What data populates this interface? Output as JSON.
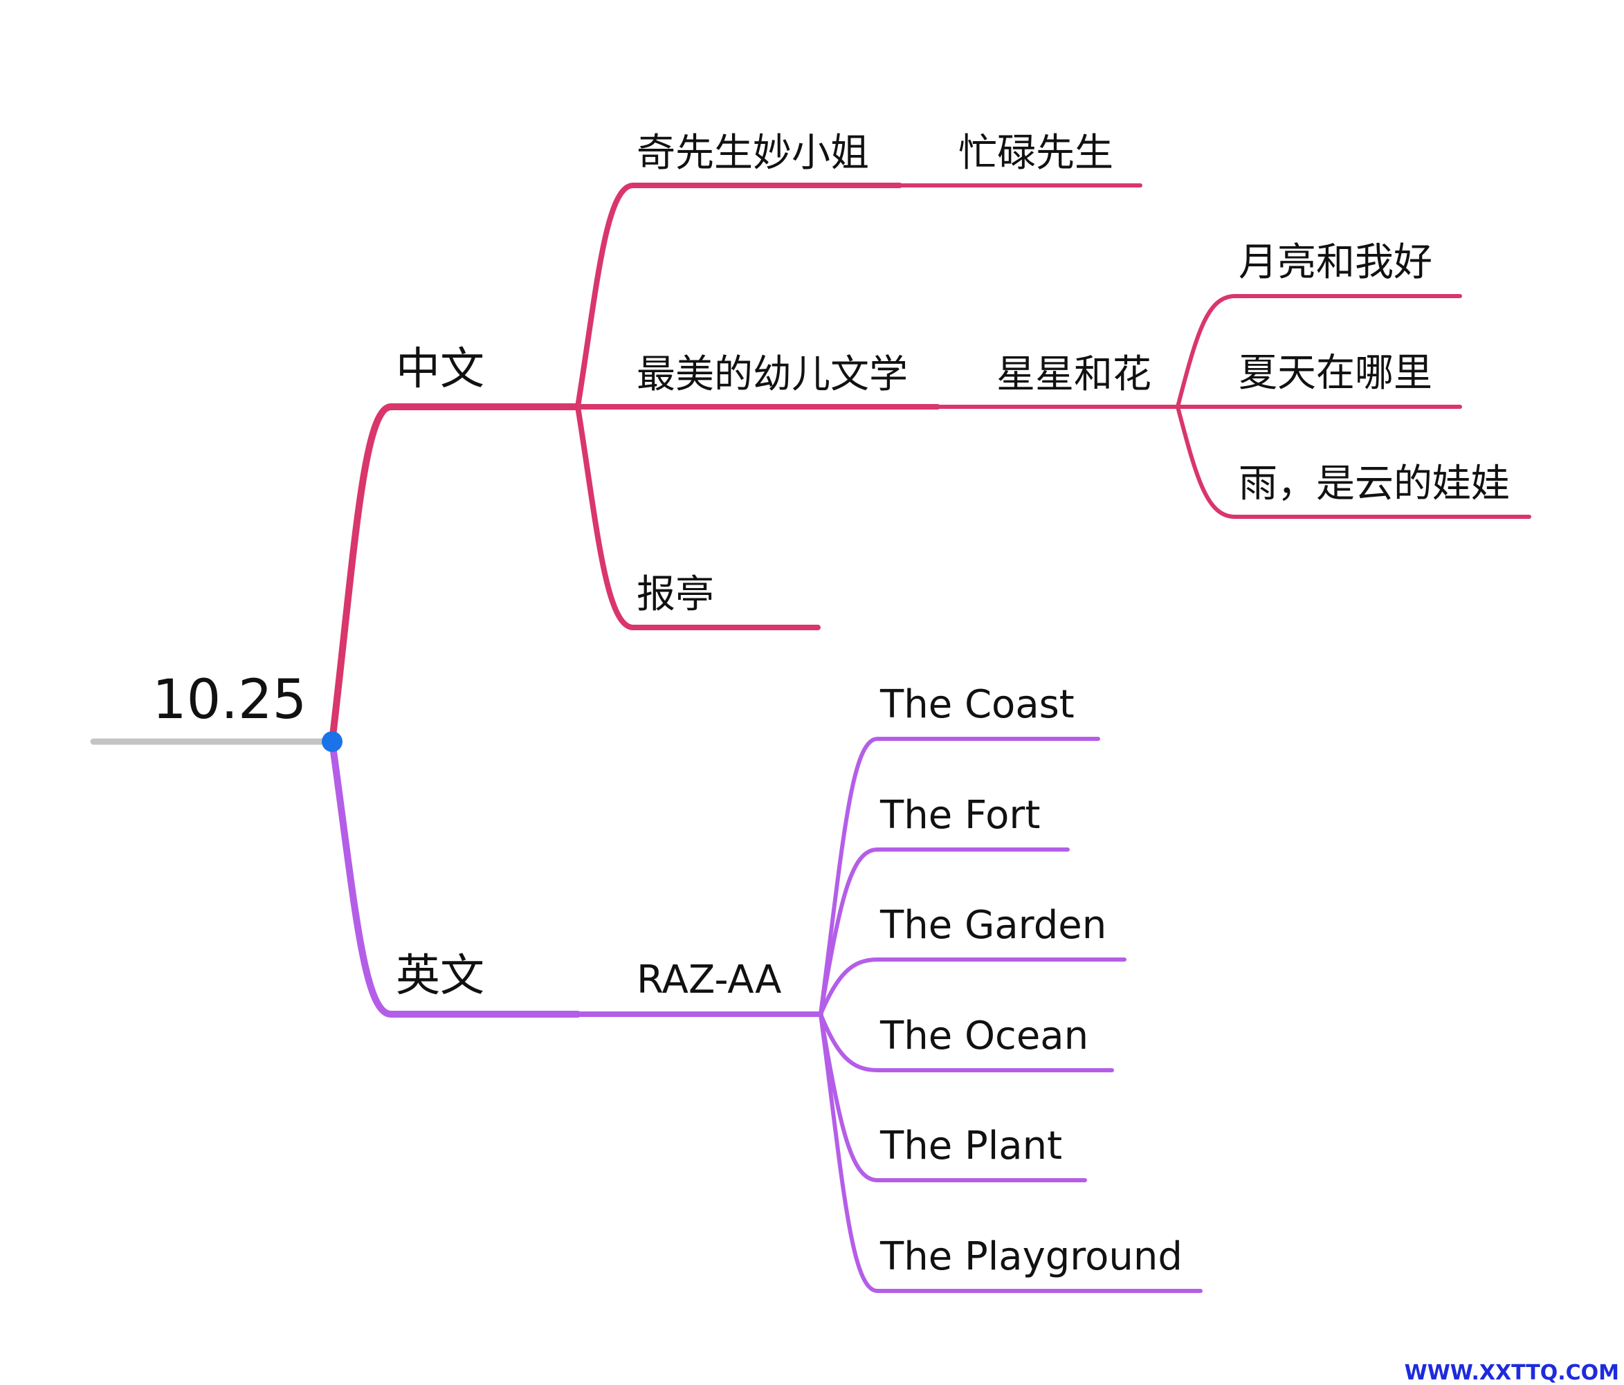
{
  "root": {
    "label": "10.25"
  },
  "colors": {
    "root_line": "#c3c3c3",
    "root_dot": "#1a73e8",
    "chinese_branch": "#d9366b",
    "english_branch": "#b45ee8",
    "text": "#111111",
    "watermark": "#1e2bdc"
  },
  "branches": {
    "chinese": {
      "label": "中文",
      "children": {
        "qi": {
          "label": "奇先生妙小姐",
          "child": {
            "label": "忙碌先生"
          }
        },
        "zuimei": {
          "label": "最美的幼儿文学",
          "child": {
            "label": "星星和花",
            "children": [
              "月亮和我好",
              "夏天在哪里",
              "雨，是云的娃娃"
            ]
          }
        },
        "baoting": {
          "label": "报亭"
        }
      }
    },
    "english": {
      "label": "英文",
      "children": {
        "raz": {
          "label": "RAZ-AA",
          "children": [
            "The Coast",
            "The Fort",
            "The Garden",
            "The Ocean",
            "The Plant",
            "The Playground"
          ]
        }
      }
    }
  },
  "watermark": "WWW.XXTTQ.COM"
}
